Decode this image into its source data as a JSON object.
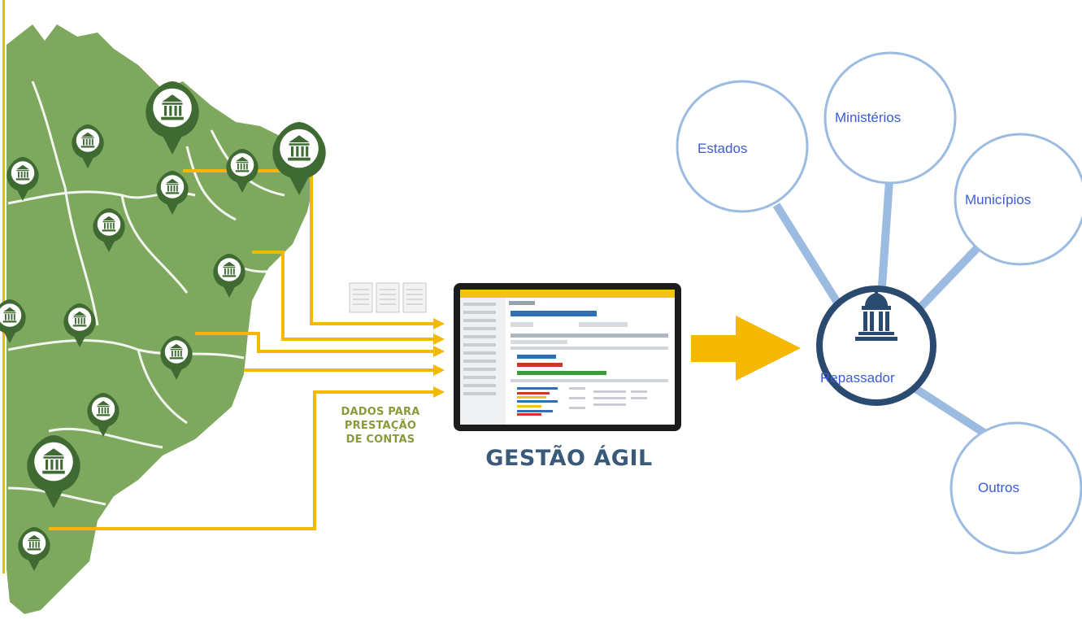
{
  "left_panel": {
    "caption_lines": [
      "DADOS PARA",
      "PRESTAÇÃO",
      "DE CONTAS"
    ]
  },
  "center": {
    "product_name": "GESTÃO ÁGIL"
  },
  "right_panel": {
    "hub_label": "Repassador",
    "nodes": [
      "Estados",
      "Ministérios",
      "Municípios",
      "Outros"
    ]
  },
  "colors": {
    "map_green": "#7fa85f",
    "pin_green": "#3f6b33",
    "arrow_yellow": "#f4b800",
    "circle_blue": "#9bbbe0",
    "hub_navy": "#2b4a6f",
    "label_blue": "#3b5bd6",
    "caption_olive": "#8a9a3a"
  }
}
